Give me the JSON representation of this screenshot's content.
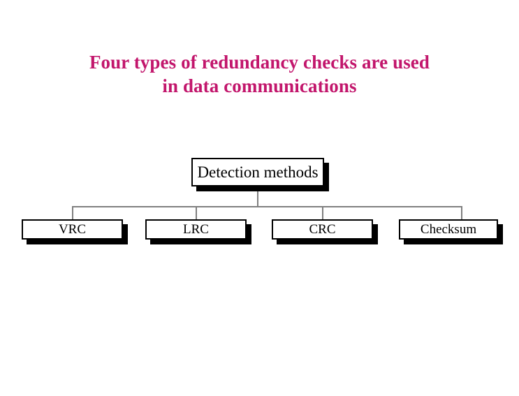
{
  "slide": {
    "background_color": "#ffffff",
    "title": {
      "color": "#c2166c",
      "line1": "Four types of redundancy checks are used",
      "line2": "in data communications"
    },
    "diagram": {
      "type": "tree",
      "line_color": "#7f7f7f",
      "box_border_color": "#000000",
      "box_fill_color": "#ffffff",
      "shadow_color": "#000000",
      "root": {
        "label": "Detection methods"
      },
      "children": [
        {
          "label": "VRC"
        },
        {
          "label": "LRC"
        },
        {
          "label": "CRC"
        },
        {
          "label": "Checksum"
        }
      ]
    }
  }
}
